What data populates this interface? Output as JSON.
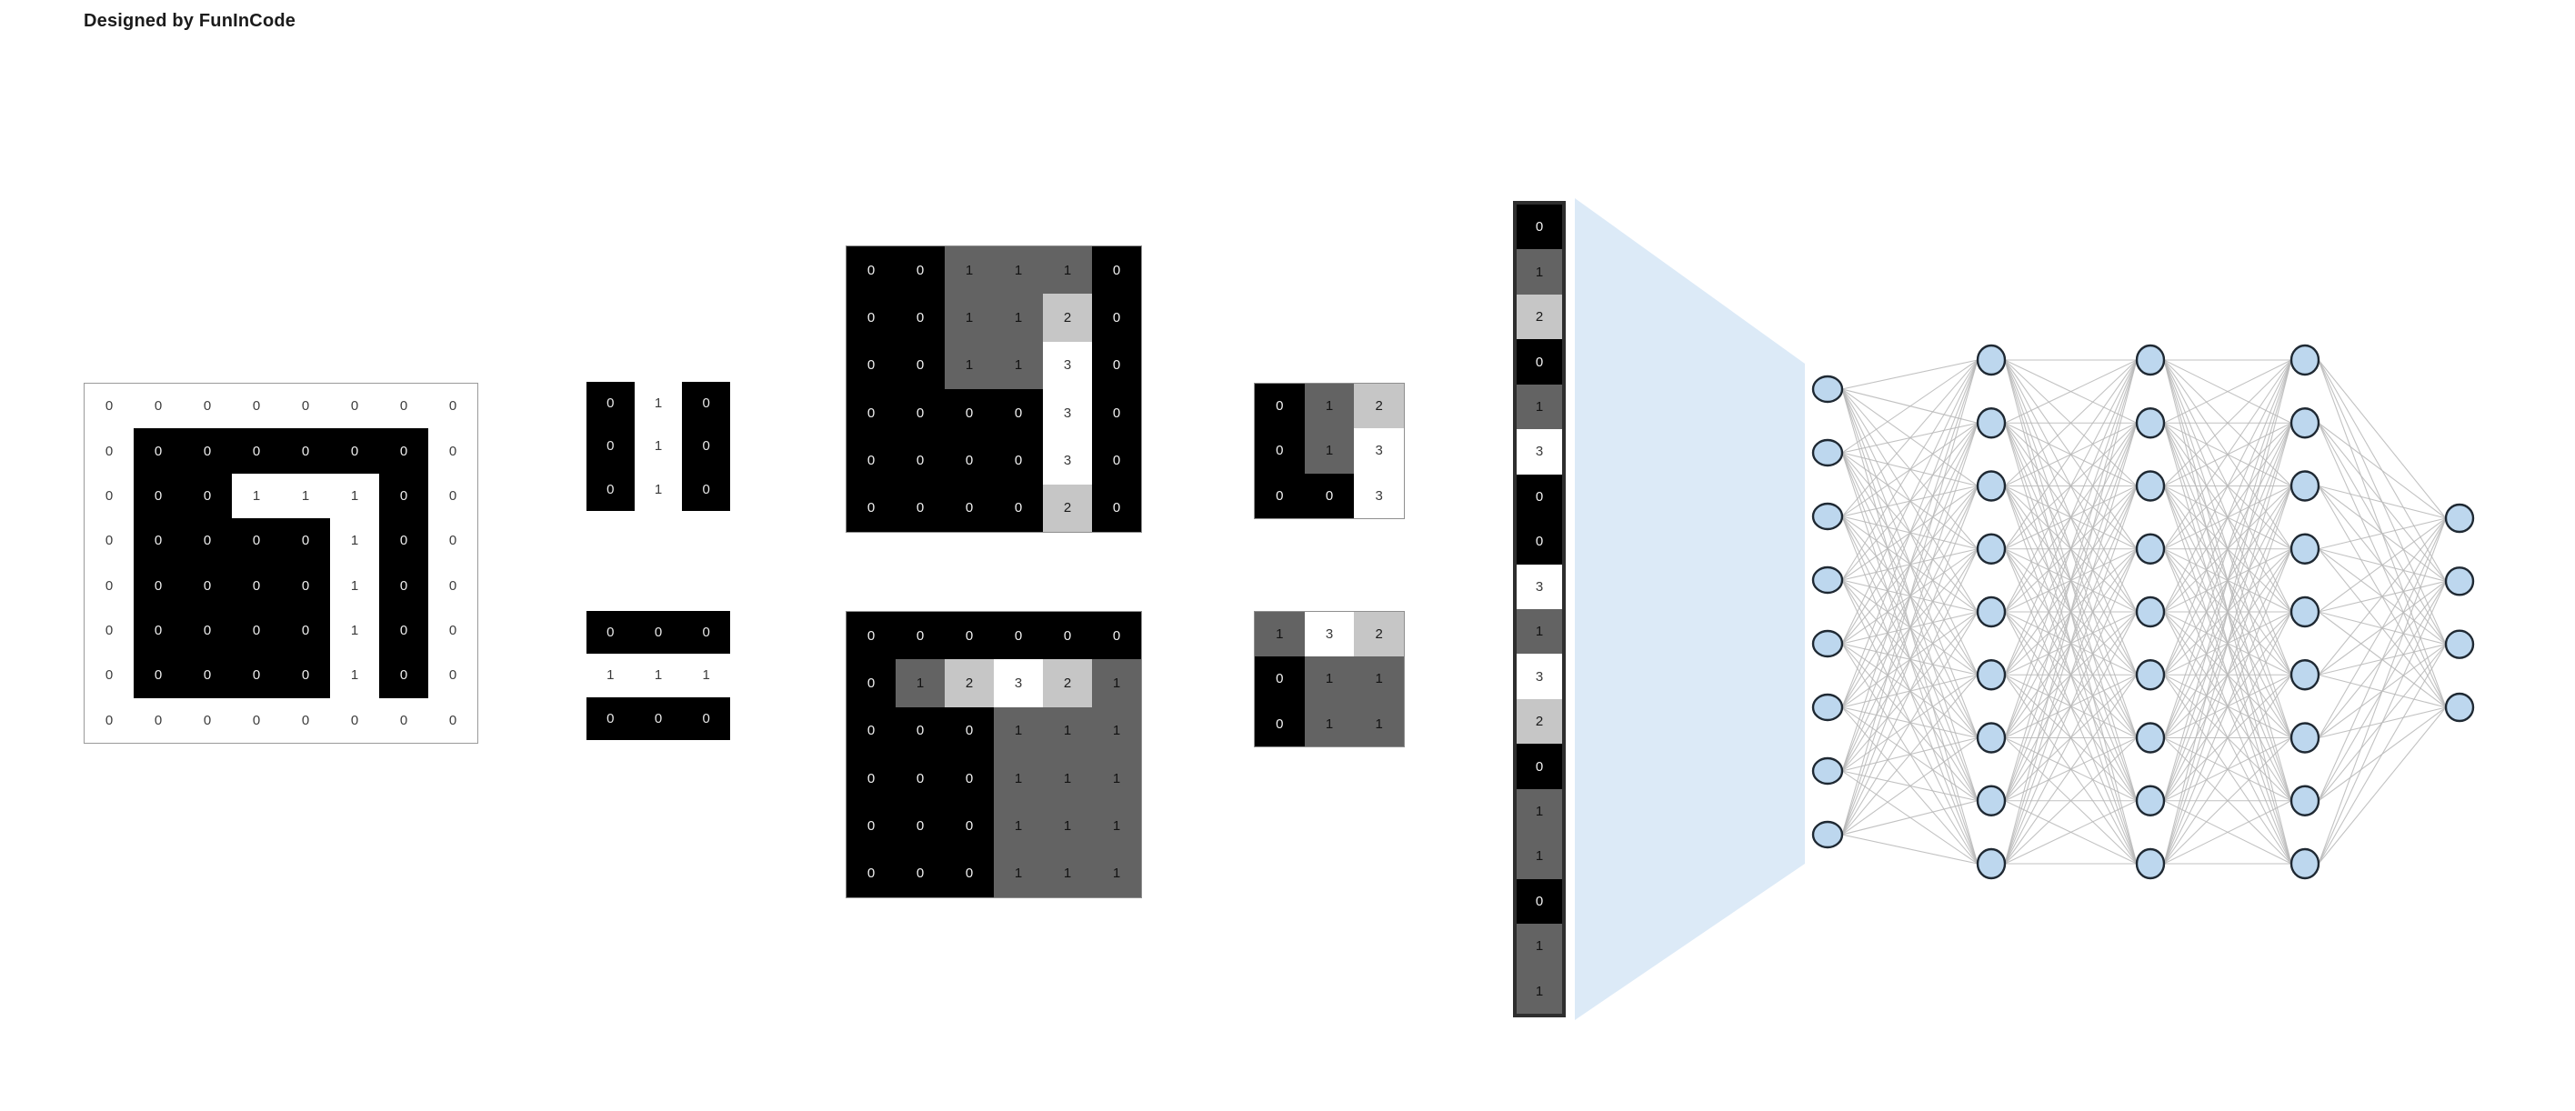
{
  "credit": "Designed by FunInCode",
  "input_image": {
    "label": "input-image-matrix",
    "rows": [
      [
        0,
        0,
        0,
        0,
        0,
        0,
        0,
        0
      ],
      [
        0,
        0,
        0,
        0,
        0,
        0,
        0,
        0
      ],
      [
        0,
        0,
        0,
        1,
        1,
        1,
        0,
        0
      ],
      [
        0,
        0,
        0,
        0,
        0,
        1,
        0,
        0
      ],
      [
        0,
        0,
        0,
        0,
        0,
        1,
        0,
        0
      ],
      [
        0,
        0,
        0,
        0,
        0,
        1,
        0,
        0
      ],
      [
        0,
        0,
        0,
        0,
        0,
        1,
        0,
        0
      ],
      [
        0,
        0,
        0,
        0,
        0,
        0,
        0,
        0
      ]
    ]
  },
  "kernels": [
    {
      "name": "vertical-edge-kernel",
      "rows": [
        [
          0,
          1,
          0
        ],
        [
          0,
          1,
          0
        ],
        [
          0,
          1,
          0
        ]
      ]
    },
    {
      "name": "horizontal-edge-kernel",
      "rows": [
        [
          0,
          0,
          0
        ],
        [
          1,
          1,
          1
        ],
        [
          0,
          0,
          0
        ]
      ]
    }
  ],
  "feature_maps": [
    {
      "name": "feature-map-vertical",
      "rows": [
        [
          0,
          0,
          1,
          1,
          1,
          0
        ],
        [
          0,
          0,
          1,
          1,
          2,
          0
        ],
        [
          0,
          0,
          1,
          1,
          3,
          0
        ],
        [
          0,
          0,
          0,
          0,
          3,
          0
        ],
        [
          0,
          0,
          0,
          0,
          3,
          0
        ],
        [
          0,
          0,
          0,
          0,
          2,
          0
        ]
      ]
    },
    {
      "name": "feature-map-horizontal",
      "rows": [
        [
          0,
          0,
          0,
          0,
          0,
          0
        ],
        [
          0,
          1,
          2,
          3,
          2,
          1
        ],
        [
          0,
          0,
          0,
          1,
          1,
          1
        ],
        [
          0,
          0,
          0,
          1,
          1,
          1
        ],
        [
          0,
          0,
          0,
          1,
          1,
          1
        ],
        [
          0,
          0,
          0,
          1,
          1,
          1
        ]
      ]
    }
  ],
  "pooled_maps": [
    {
      "name": "pooled-map-vertical",
      "rows": [
        [
          0,
          1,
          2
        ],
        [
          0,
          1,
          3
        ],
        [
          0,
          0,
          3
        ]
      ]
    },
    {
      "name": "pooled-map-horizontal",
      "rows": [
        [
          1,
          3,
          2
        ],
        [
          0,
          1,
          1
        ],
        [
          0,
          1,
          1
        ]
      ]
    }
  ],
  "flatten_vector": {
    "name": "flatten-vector",
    "values": [
      0,
      1,
      2,
      0,
      1,
      3,
      0,
      0,
      3,
      1,
      3,
      2,
      0,
      1,
      1,
      0,
      1,
      1
    ]
  },
  "network": {
    "name": "fully-connected-network",
    "layer_sizes": [
      8,
      9,
      9,
      9,
      4
    ],
    "node_fill": "#bdd7ee",
    "node_stroke": "#1f2933",
    "edge_color": "#b8b8b8",
    "funnel_fill": "#dceaf7"
  },
  "palette": {
    "value0": "#000000",
    "value1": "#636363",
    "value2": "#c6c6c6",
    "value3": "#ffffff"
  }
}
